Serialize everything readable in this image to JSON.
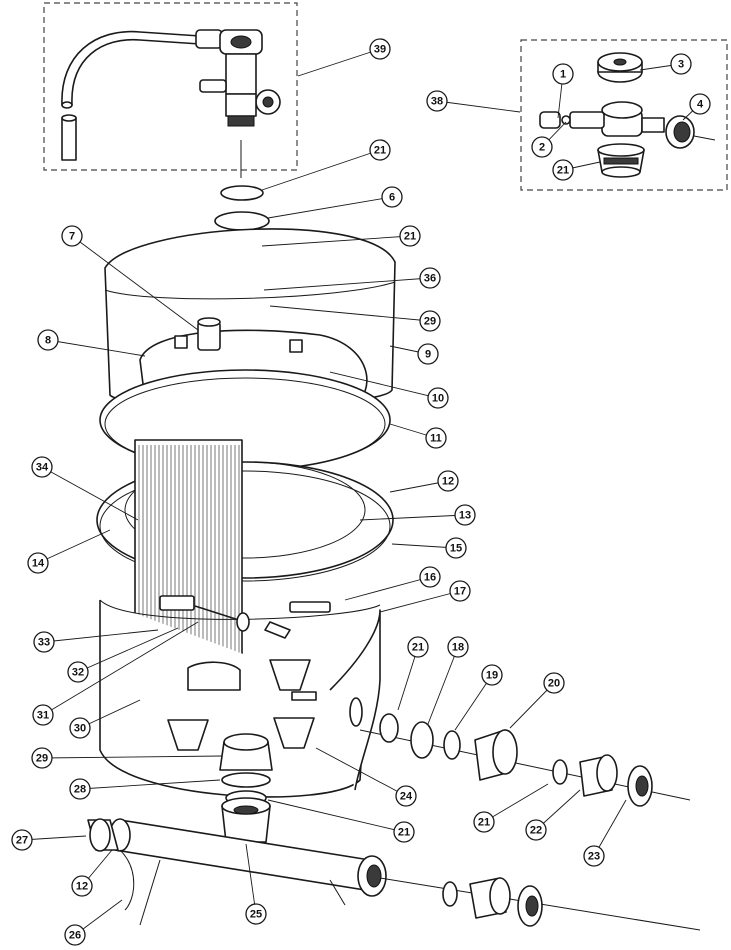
{
  "callouts": [
    {
      "label": "1"
    },
    {
      "label": "2"
    },
    {
      "label": "3"
    },
    {
      "label": "4"
    },
    {
      "label": "21"
    },
    {
      "label": "38"
    },
    {
      "label": "39"
    },
    {
      "label": "21"
    },
    {
      "label": "6"
    },
    {
      "label": "21"
    },
    {
      "label": "7"
    },
    {
      "label": "36"
    },
    {
      "label": "29"
    },
    {
      "label": "8"
    },
    {
      "label": "9"
    },
    {
      "label": "10"
    },
    {
      "label": "11"
    },
    {
      "label": "34"
    },
    {
      "label": "12"
    },
    {
      "label": "13"
    },
    {
      "label": "14"
    },
    {
      "label": "15"
    },
    {
      "label": "16"
    },
    {
      "label": "17"
    },
    {
      "label": "33"
    },
    {
      "label": "21"
    },
    {
      "label": "18"
    },
    {
      "label": "19"
    },
    {
      "label": "20"
    },
    {
      "label": "32"
    },
    {
      "label": "31"
    },
    {
      "label": "30"
    },
    {
      "label": "29"
    },
    {
      "label": "28"
    },
    {
      "label": "24"
    },
    {
      "label": "21"
    },
    {
      "label": "21"
    },
    {
      "label": "22"
    },
    {
      "label": "27"
    },
    {
      "label": "12"
    },
    {
      "label": "23"
    },
    {
      "label": "25"
    },
    {
      "label": "26"
    }
  ]
}
